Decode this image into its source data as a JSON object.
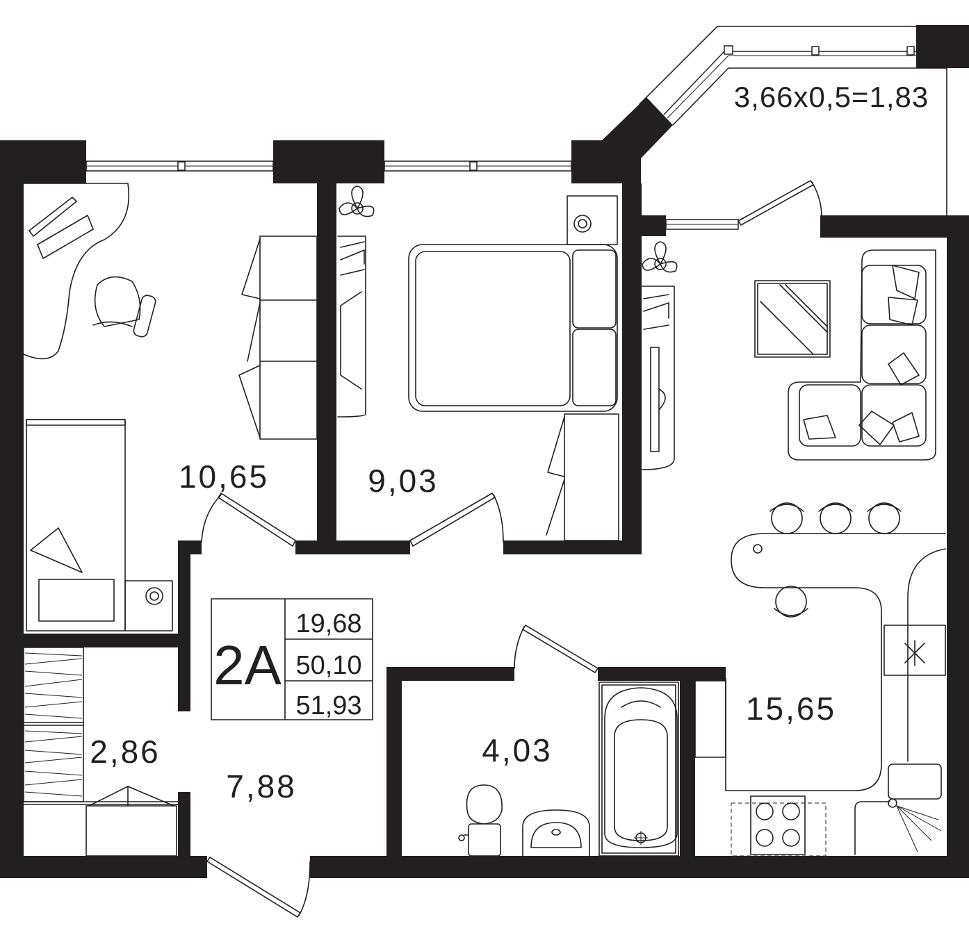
{
  "apartment": {
    "type": "2А",
    "living_area": "19,68",
    "total_area": "50,10",
    "total_area_with_balcony": "51,93"
  },
  "rooms": [
    {
      "id": "bedroom-1",
      "area": "10,65"
    },
    {
      "id": "bedroom-2",
      "area": "9,03"
    },
    {
      "id": "living-kitchen",
      "area": "15,65"
    },
    {
      "id": "bathroom",
      "area": "4,03"
    },
    {
      "id": "hallway",
      "area": "7,88"
    },
    {
      "id": "wardrobe",
      "area": "2,86"
    }
  ],
  "balcony": {
    "formula": "3,66х0,5=1,83"
  },
  "colors": {
    "wall": "#231f20",
    "background": "#ffffff"
  }
}
